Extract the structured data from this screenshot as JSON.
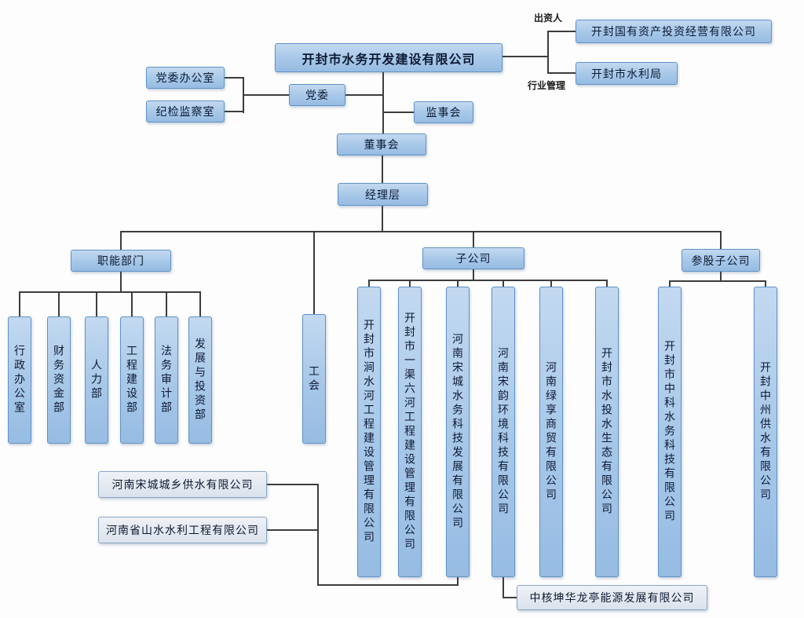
{
  "chart": {
    "main_company": "开封市水务开发建设有限公司",
    "investor_label": "出资人",
    "investor_company": "开封国有资产投资经营有限公司",
    "industry_label": "行业管理",
    "industry_regulator": "开封市水利局",
    "party_office": "党委办公室",
    "discipline_office": "纪检监察室",
    "party_committee": "党委",
    "supervisory_board": "监事会",
    "board_of_directors": "董事会",
    "management_layer": "经理层",
    "labor_union": "工会",
    "functional_departments_label": "职能部门",
    "subsidiaries_label": "子公司",
    "participating_label": "参股子公司",
    "departments": [
      "行政办公室",
      "财务资金部",
      "人力部",
      "工程建设部",
      "法务审计部",
      "发展与投资部"
    ],
    "subsidiaries": [
      "开封市涧水河工程建设管理有限公司",
      "开封市一渠六河工程建设管理有限公司",
      "河南宋城水务科技发展有限公司",
      "河南宋韵环境科技有限公司",
      "河南绿享商贸有限公司",
      "开封市水投水生态有限公司"
    ],
    "participating_subsidiaries": [
      "开封市中科水务科技有限公司",
      "开封中州供水有限公司"
    ],
    "second_tier_left": [
      "河南宋城城乡供水有限公司",
      "河南省山水水利工程有限公司"
    ],
    "second_tier_bottom": "中核坤华龙亭能源发展有限公司"
  },
  "colors": {
    "box_fill": "#a6c7e8",
    "box_border": "#5f92c8",
    "gray_fill": "#dbe2ec",
    "line": "#3d3d3d",
    "background": "#fdfdfd"
  }
}
